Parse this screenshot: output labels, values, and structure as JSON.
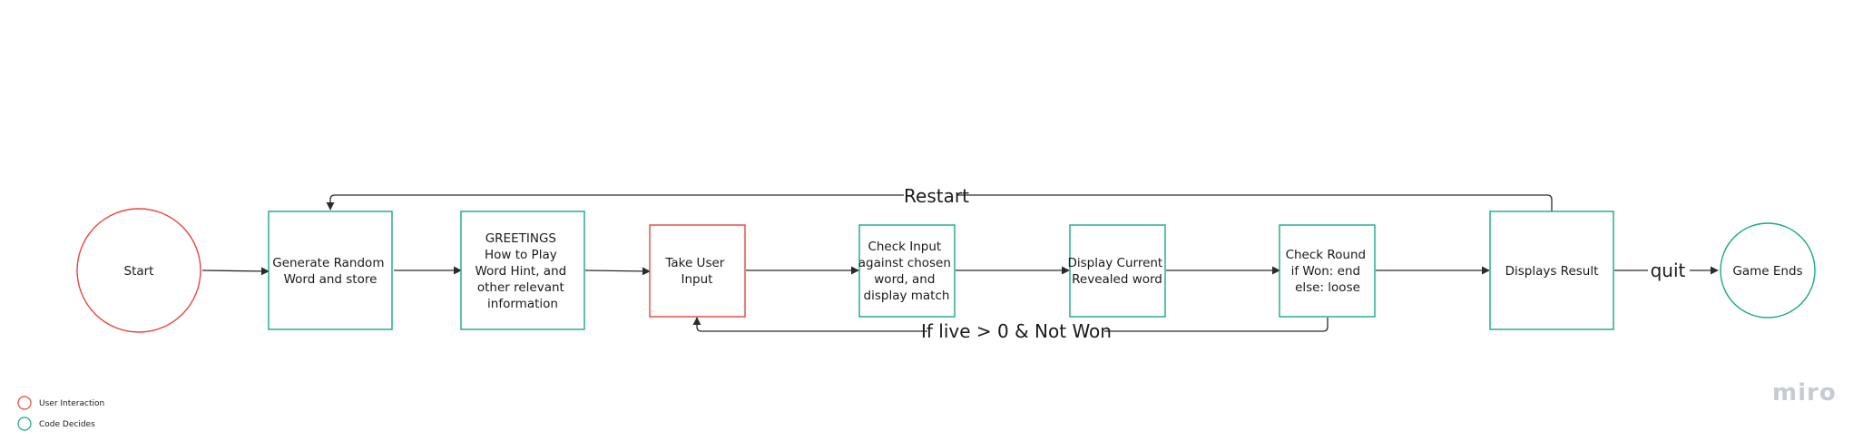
{
  "colors": {
    "user_interaction": "#e8453c",
    "code_decides": "#16a98a",
    "line": "#2b2b2b",
    "logo": "#c5cbd3"
  },
  "nodes": {
    "start": {
      "lines": [
        "Start"
      ],
      "kind": "user"
    },
    "generate": {
      "lines": [
        "Generate Random",
        "Word and store"
      ],
      "kind": "code"
    },
    "greetings": {
      "lines": [
        "GREETINGS",
        "How to Play",
        "Word Hint, and",
        "other relevant",
        "information"
      ],
      "kind": "code"
    },
    "take_input": {
      "lines": [
        "Take User",
        "Input"
      ],
      "kind": "user"
    },
    "check_input": {
      "lines": [
        "Check Input",
        "against chosen",
        "word, and",
        "display match"
      ],
      "kind": "code"
    },
    "display_current": {
      "lines": [
        "Display Current",
        "Revealed word"
      ],
      "kind": "code"
    },
    "check_round": {
      "lines": [
        "Check Round",
        "if Won: end",
        "else: loose"
      ],
      "kind": "code"
    },
    "displays_result": {
      "lines": [
        "Displays Result"
      ],
      "kind": "code"
    },
    "game_ends": {
      "lines": [
        "Game Ends"
      ],
      "kind": "code"
    }
  },
  "edge_labels": {
    "restart": "Restart",
    "loop": "If live > 0 & Not Won",
    "quit": "quit"
  },
  "legend": {
    "user_interaction": "User Interaction",
    "code_decides": "Code Decides"
  },
  "logo": "miro"
}
